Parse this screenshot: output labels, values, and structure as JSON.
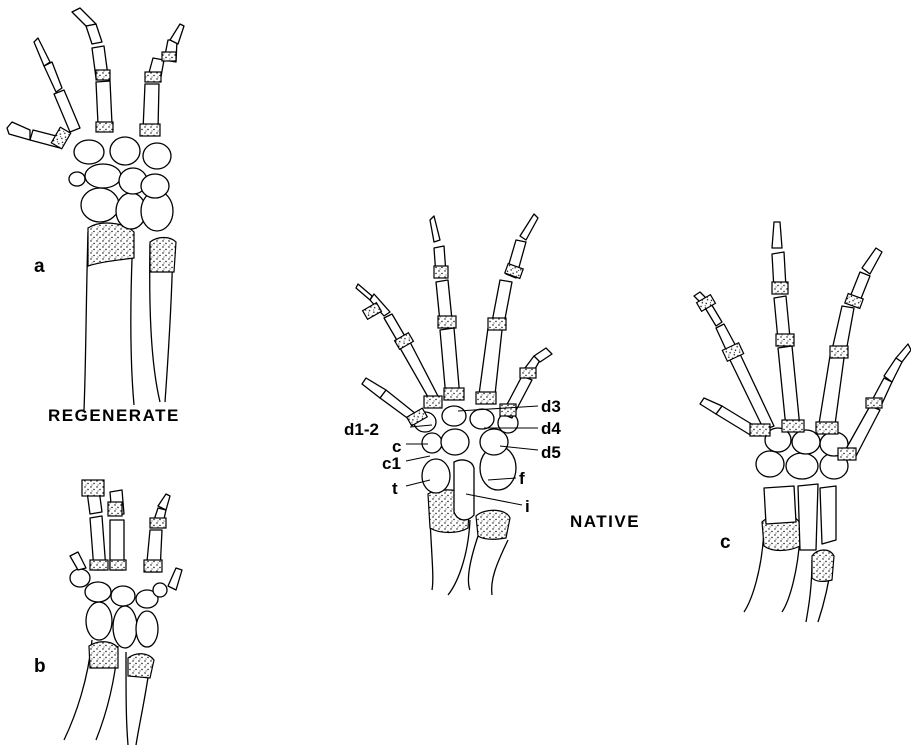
{
  "labels": {
    "regenerate": "REGENERATE",
    "native": "NATIVE",
    "panel_a": "a",
    "panel_b": "b",
    "panel_c": "c"
  },
  "bones": {
    "d1_2": "d1-2",
    "c": "c",
    "c1": "c1",
    "t": "t",
    "d3": "d3",
    "d4": "d4",
    "d5": "d5",
    "f": "f",
    "i": "i"
  },
  "colors": {
    "ink": "#000000",
    "background": "#ffffff"
  }
}
